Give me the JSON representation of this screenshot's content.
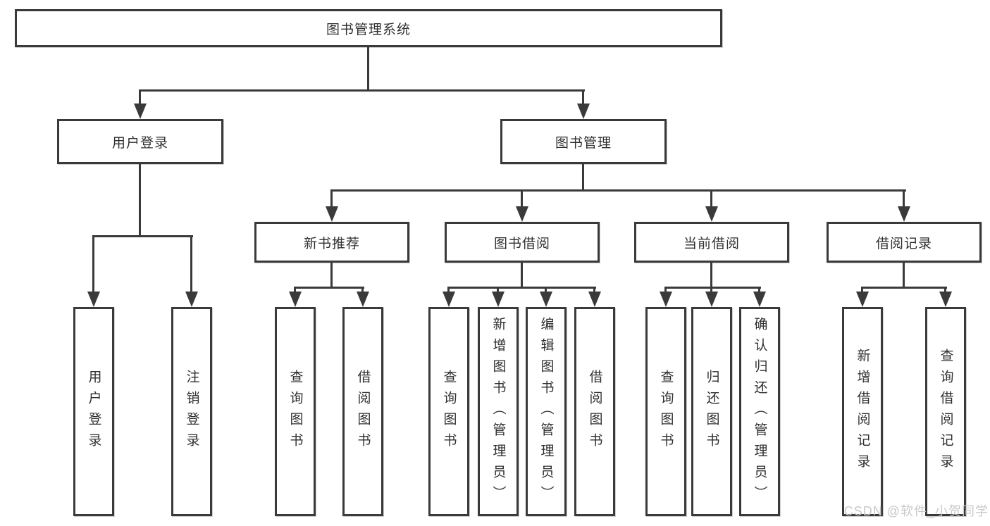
{
  "tree": {
    "label": "图书管理系统",
    "children": [
      {
        "label": "用户登录",
        "children": [
          {
            "label": "用户登录"
          },
          {
            "label": "注销登录"
          }
        ]
      },
      {
        "label": "图书管理",
        "children": [
          {
            "label": "新书推荐",
            "children": [
              {
                "label": "查询图书"
              },
              {
                "label": "借阅图书"
              }
            ]
          },
          {
            "label": "图书借阅",
            "children": [
              {
                "label": "查询图书"
              },
              {
                "label": "新增图书（管理员）"
              },
              {
                "label": "编辑图书（管理员）"
              },
              {
                "label": "借阅图书"
              }
            ]
          },
          {
            "label": "当前借阅",
            "children": [
              {
                "label": "查询图书"
              },
              {
                "label": "归还图书"
              },
              {
                "label": "确认归还（管理员）"
              }
            ]
          },
          {
            "label": "借阅记录",
            "children": [
              {
                "label": "新增借阅记录"
              },
              {
                "label": "查询借阅记录"
              }
            ]
          }
        ]
      }
    ]
  },
  "watermark": {
    "text": "CSDN @软件_小贺同学",
    "color": "#c9c9c9"
  },
  "colors": {
    "line": "#3a3a3a",
    "box_border": "#3a3a3a",
    "text": "#2f2f2f",
    "background": "#ffffff"
  }
}
